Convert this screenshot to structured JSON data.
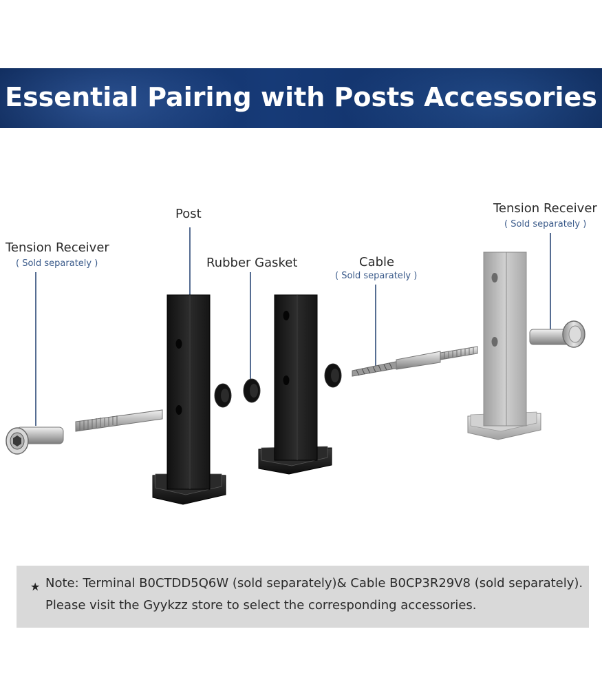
{
  "banner": {
    "title": "Essential Pairing with Posts Accessories"
  },
  "labels": {
    "tension_left": {
      "name": "Tension Receiver",
      "note": "( Sold separately )"
    },
    "post": {
      "name": "Post"
    },
    "gasket": {
      "name": "Rubber Gasket"
    },
    "cable": {
      "name": "Cable",
      "note": "( Sold separately )"
    },
    "tension_right": {
      "name": "Tension Receiver",
      "note": "( Sold separately )"
    }
  },
  "note": {
    "line1": "Note: Terminal B0CTDD5Q6W (sold separately)& Cable B0CP3R29V8 (sold separately).",
    "line2": "Please visit the Gyykzz store to select the corresponding accessories."
  },
  "colors": {
    "banner": "#163a77",
    "callout_line": "#1e3d6e",
    "post_black": "#1b1b1b",
    "post_silver": "#b9b9b9",
    "note_bg": "#d9d9d9"
  }
}
